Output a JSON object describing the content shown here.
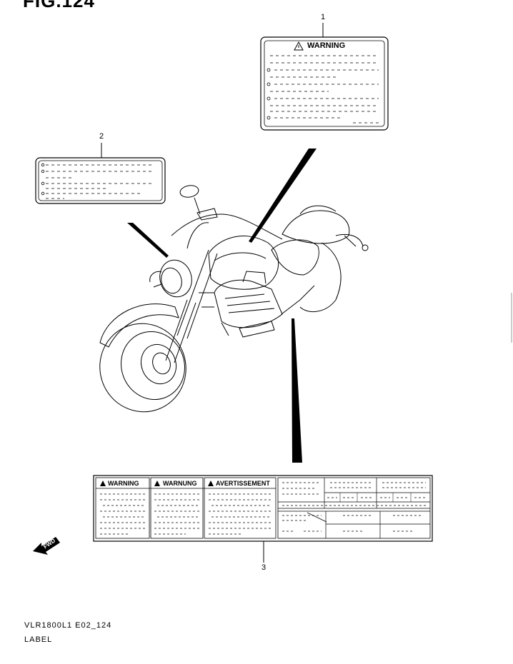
{
  "figure": {
    "title": "FIG.124"
  },
  "callouts": {
    "label_1": "1",
    "label_2": "2",
    "label_3": "3"
  },
  "label_1": {
    "heading": "WARNING"
  },
  "label_3": {
    "headings": [
      "WARNING",
      "WARNUNG",
      "AVERTISSEMENT"
    ]
  },
  "fwd_badge": "FWD",
  "footer": {
    "model_code": "VLR1800L1 E02_124",
    "section": "LABEL"
  }
}
